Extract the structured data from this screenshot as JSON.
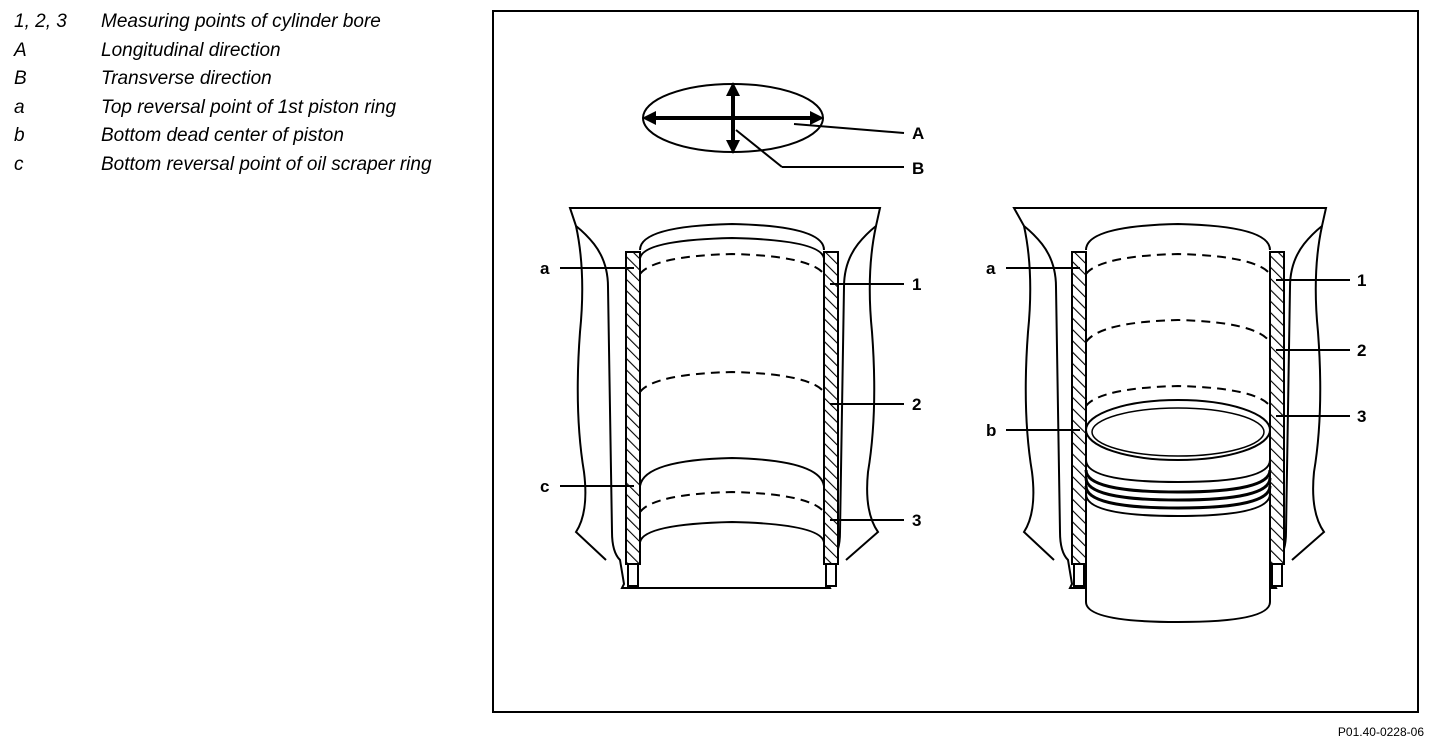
{
  "legend": [
    {
      "key": "1, 2, 3",
      "text": "Measuring points of cylinder bore"
    },
    {
      "key": "A",
      "text": "Longitudinal direction"
    },
    {
      "key": "B",
      "text": "Transverse direction"
    },
    {
      "key": "a",
      "text": "Top reversal point of 1st piston ring"
    },
    {
      "key": "b",
      "text": "Bottom dead center of piston"
    },
    {
      "key": "c",
      "text": "Bottom reversal point of oil scraper ring"
    }
  ],
  "labels": {
    "dir_a": "A",
    "dir_b": "B",
    "left_a": "a",
    "left_c": "c",
    "left_1": "1",
    "left_2": "2",
    "left_3": "3",
    "right_a": "a",
    "right_b": "b",
    "right_1": "1",
    "right_2": "2",
    "right_3": "3"
  },
  "figure_id": "P01.40-0228-06"
}
